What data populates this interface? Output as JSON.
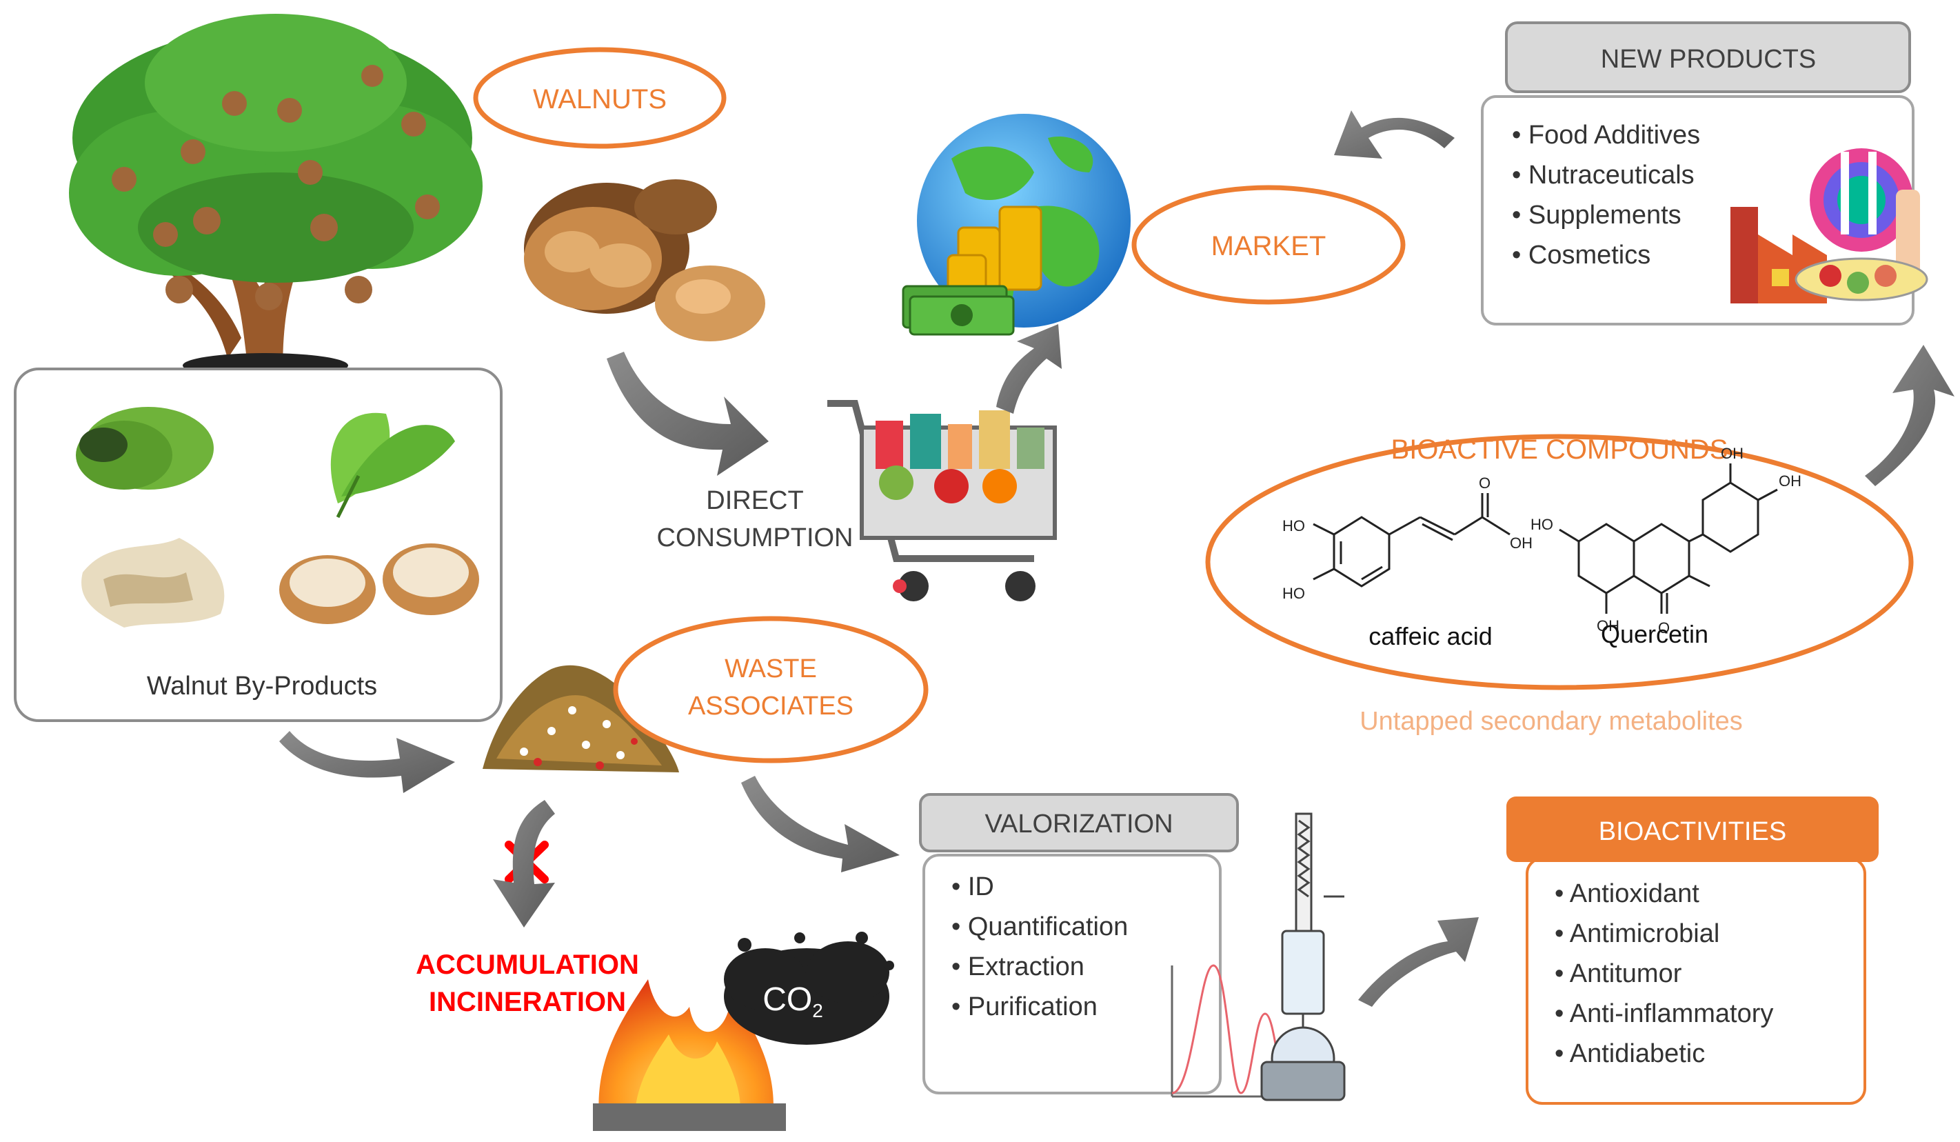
{
  "labels": {
    "walnuts": "WALNUTS",
    "market": "MARKET",
    "direct_line1": "DIRECT",
    "direct_line2": "CONSUMPTION",
    "waste_line1": "WASTE",
    "waste_line2": "ASSOCIATES",
    "byproducts": "Walnut By-Products",
    "accumulation_line1": "ACCUMULATION",
    "accumulation_line2": "INCINERATION",
    "co2_main": "CO",
    "co2_sub": "2",
    "untapped": "Untapped secondary metabolites"
  },
  "new_products": {
    "title": "NEW PRODUCTS",
    "items": [
      "Food Additives",
      "Nutraceuticals",
      "Supplements",
      "Cosmetics"
    ]
  },
  "bioactive": {
    "title": "BIOACTIVE COMPOUNDS",
    "compounds": [
      "caffeic acid",
      "Quercetin"
    ],
    "atoms": {
      "ho": "HO",
      "oh": "OH",
      "o": "O"
    }
  },
  "valorization": {
    "title": "VALORIZATION",
    "items": [
      "ID",
      "Quantification",
      "Extraction",
      "Purification"
    ]
  },
  "bioactivities": {
    "title": "BIOACTIVITIES",
    "items": [
      "Antioxidant",
      "Antimicrobial",
      "Antitumor",
      "Anti-inflammatory",
      "Antidiabetic"
    ]
  },
  "colors": {
    "orange": "#ED7D31",
    "gray_arrow": "#7F7F7F",
    "red": "#FF0000",
    "header_gray": "#D9D9D9",
    "border_gray": "#A6A6A6"
  }
}
